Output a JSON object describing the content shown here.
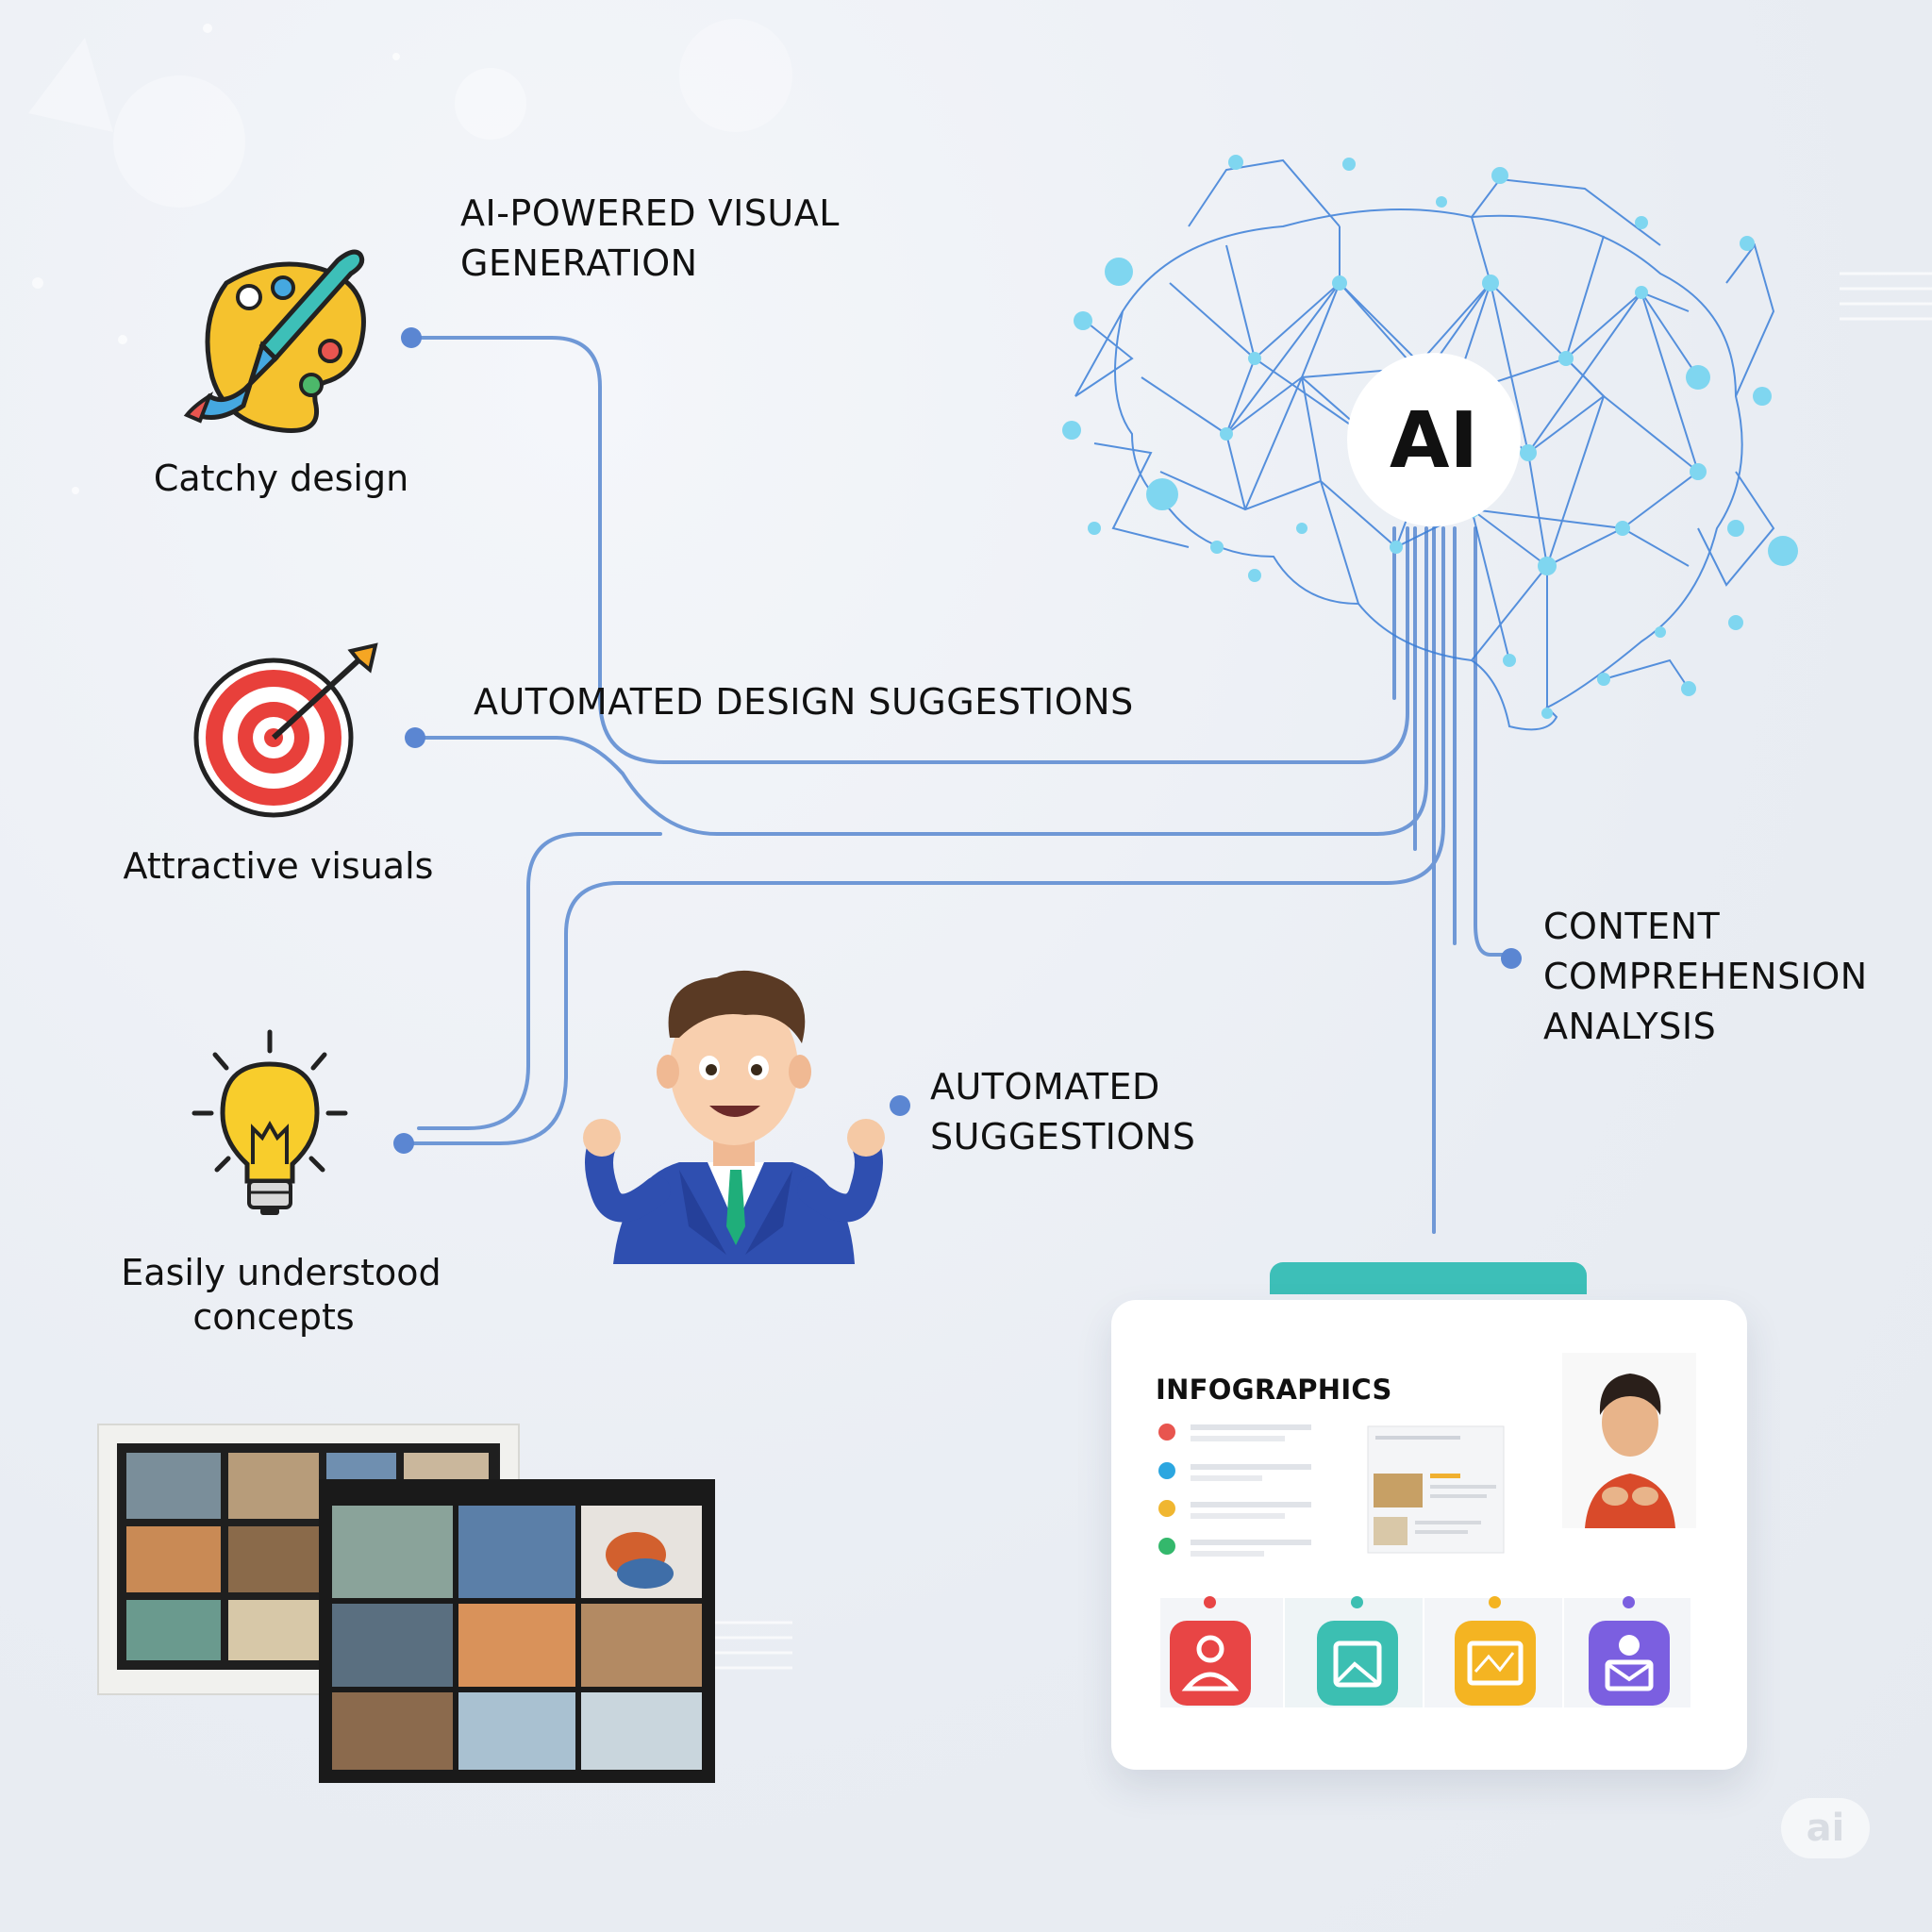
{
  "brain": {
    "badge": "AI"
  },
  "headings": {
    "visual_generation": [
      "AI-POWERED VISUAL",
      "GENERATION"
    ],
    "design_suggestions": "AUTOMATED DESIGN SUGGESTIONS",
    "content_analysis": [
      "CONTENT",
      "COMPREHENSION",
      "ANALYSIS"
    ],
    "suggestions": [
      "AUTOMATED",
      "SUGGESTIONS"
    ]
  },
  "captions": {
    "catchy": "Catchy design",
    "attractive": "Attractive visuals",
    "concepts": [
      "Easily understood",
      "concepts"
    ]
  },
  "panel": {
    "title": "INFOGRAPHICS",
    "list_dot_colors": [
      "#e8554f",
      "#2ba6e0",
      "#f0b630",
      "#34b86c"
    ],
    "tiles": [
      {
        "icon": "person-card-icon",
        "color": "#e84545",
        "dot": "#e84545"
      },
      {
        "icon": "chat-image-icon",
        "color": "#3cbfb2",
        "dot": "#3cbfb2"
      },
      {
        "icon": "map-icon",
        "color": "#f4b422",
        "dot": "#f4b422"
      },
      {
        "icon": "mail-person-icon",
        "color": "#7b5fe0",
        "dot": "#7b5fe0"
      }
    ]
  },
  "watermark": "ai",
  "colors": {
    "connector": "#6f98d6",
    "brain_line": "#3b7fd8",
    "node": "#7fd6f0"
  }
}
